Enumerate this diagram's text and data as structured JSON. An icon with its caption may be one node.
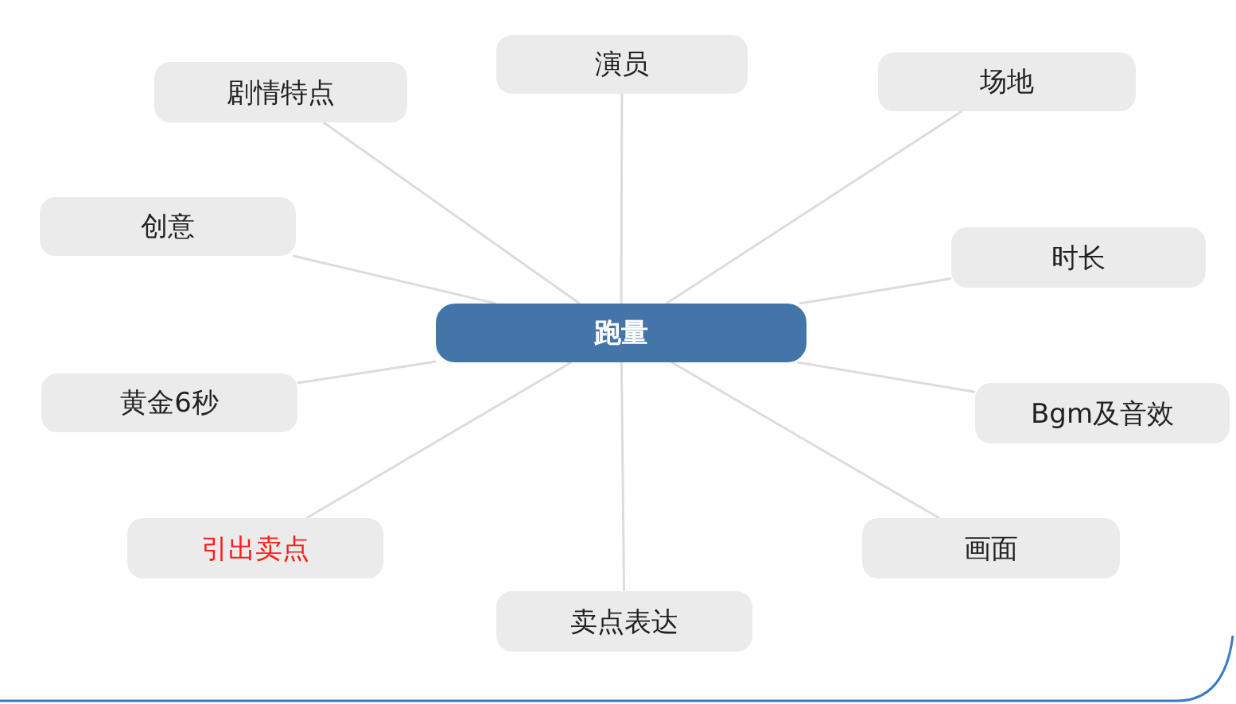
{
  "diagram": {
    "nodes": [
      {
        "text": [
          "跑量"
        ]
      },
      {
        "text": [
          "演员"
        ]
      },
      {
        "text": [
          "剧情特点"
        ]
      },
      {
        "text": [
          "场地"
        ]
      },
      {
        "text": [
          "创意"
        ]
      },
      {
        "text": [
          "时长"
        ]
      },
      {
        "text": [
          "黄金6秒"
        ]
      },
      {
        "text": [
          "Bgm及音效"
        ]
      },
      {
        "text": [
          "引出卖点"
        ]
      },
      {
        "text": [
          "画面"
        ]
      },
      {
        "text": [
          "卖点表达"
        ]
      }
    ],
    "edges": [
      {
        "from": 0,
        "to": 1,
        "arrow": "none"
      },
      {
        "from": 0,
        "to": 2,
        "arrow": "none"
      },
      {
        "from": 0,
        "to": 3,
        "arrow": "none"
      },
      {
        "from": 0,
        "to": 4,
        "arrow": "none"
      },
      {
        "from": 0,
        "to": 5,
        "arrow": "none"
      },
      {
        "from": 0,
        "to": 6,
        "arrow": "none"
      },
      {
        "from": 0,
        "to": 7,
        "arrow": "none"
      },
      {
        "from": 0,
        "to": 8,
        "arrow": "none"
      },
      {
        "from": 0,
        "to": 9,
        "arrow": "none"
      },
      {
        "from": 0,
        "to": 10,
        "arrow": "none"
      }
    ]
  }
}
